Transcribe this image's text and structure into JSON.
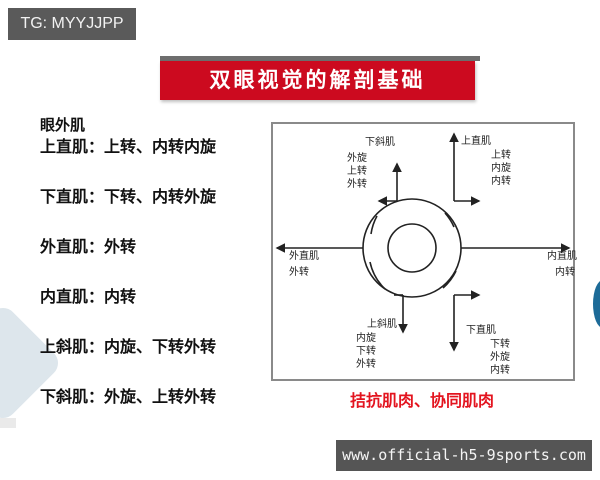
{
  "watermark_top": "TG: MYYJJPP",
  "title": "双眼视觉的解剖基础",
  "muscle_list": {
    "heading": "眼外肌",
    "items": [
      {
        "name": "上直肌：",
        "action": "上转、内转内旋"
      },
      {
        "name": "下直肌：",
        "action": "下转、内转外旋"
      },
      {
        "name": "外直肌：",
        "action": "外转"
      },
      {
        "name": "内直肌：",
        "action": "内转"
      },
      {
        "name": "上斜肌：",
        "action": "内旋、下转外转"
      },
      {
        "name": "下斜肌：",
        "action": "外旋、上转外转"
      }
    ]
  },
  "diagram": {
    "labels": {
      "inferior_oblique": {
        "name": "下斜肌",
        "actions": [
          "外旋",
          "上转",
          "外转"
        ]
      },
      "superior_rectus": {
        "name": "上直肌",
        "actions": [
          "上转",
          "内旋",
          "内转"
        ]
      },
      "lateral_rectus": {
        "name": "外直肌",
        "actions": [
          "外转"
        ]
      },
      "medial_rectus": {
        "name": "内直肌",
        "actions": [
          "内转"
        ]
      },
      "superior_oblique": {
        "name": "上斜肌",
        "actions": [
          "内旋",
          "下转",
          "外转"
        ]
      },
      "inferior_rectus": {
        "name": "下直肌",
        "actions": [
          "下转",
          "外旋",
          "内转"
        ]
      }
    }
  },
  "caption": "拮抗肌肉、协同肌肉",
  "watermark_bottom": "www.official-h5-9sports.com"
}
